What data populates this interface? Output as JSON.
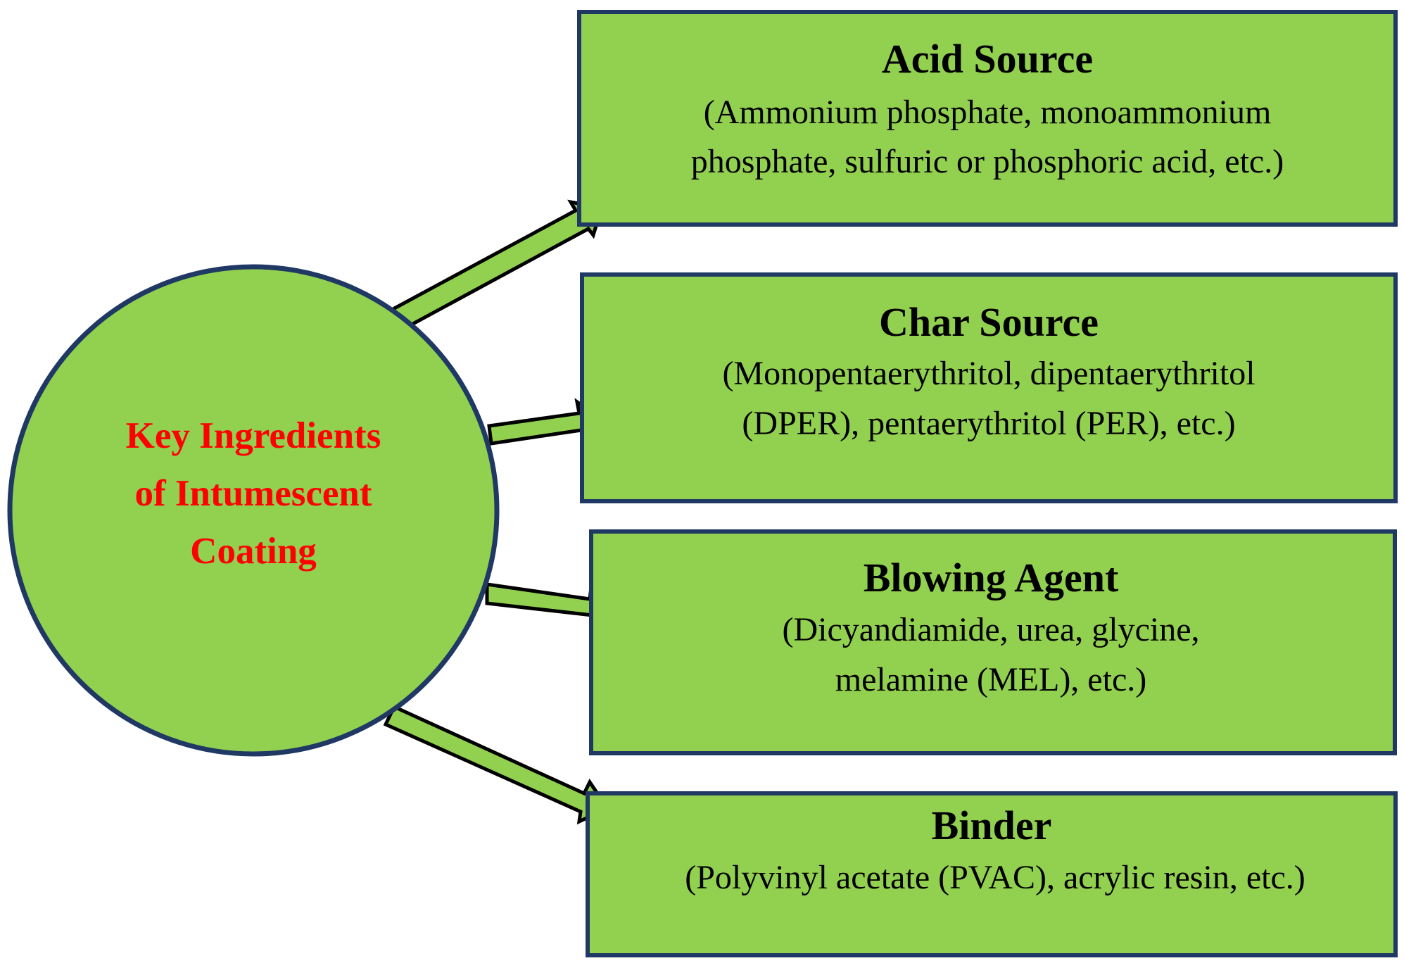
{
  "hub": {
    "lines": [
      "Key Ingredients",
      "of Intumescent",
      "Coating"
    ]
  },
  "components": [
    {
      "title": "Acid Source",
      "lines": [
        "(Ammonium phosphate, monoammonium",
        "phosphate, sulfuric or phosphoric acid, etc.)"
      ]
    },
    {
      "title": "Char Source",
      "lines": [
        "(Monopentaerythritol, dipentaerythritol",
        "(DPER), pentaerythritol (PER), etc.)"
      ]
    },
    {
      "title": "Blowing Agent",
      "lines": [
        "(Dicyandiamide, urea, glycine,",
        "melamine (MEL), etc.)"
      ]
    },
    {
      "title": "Binder",
      "lines": [
        "(Polyvinyl acetate (PVAC), acrylic resin, etc.)"
      ]
    }
  ],
  "colors": {
    "fill": "#92d050",
    "stroke": "#1f3864",
    "hub_text": "#ff0000",
    "text": "#000000"
  }
}
